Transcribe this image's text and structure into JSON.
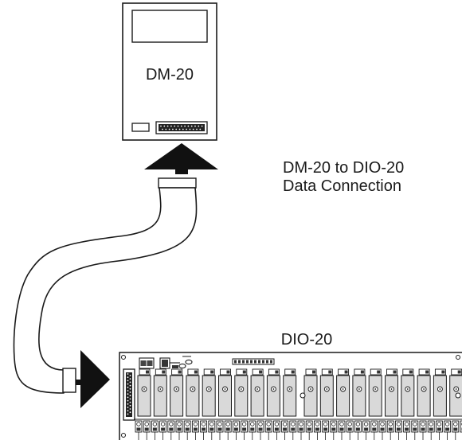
{
  "device_top": {
    "label": "DM-20"
  },
  "caption": {
    "line1": "DM-20 to DIO-20",
    "line2": "Data Connection"
  },
  "device_bottom": {
    "label": "DIO-20"
  }
}
